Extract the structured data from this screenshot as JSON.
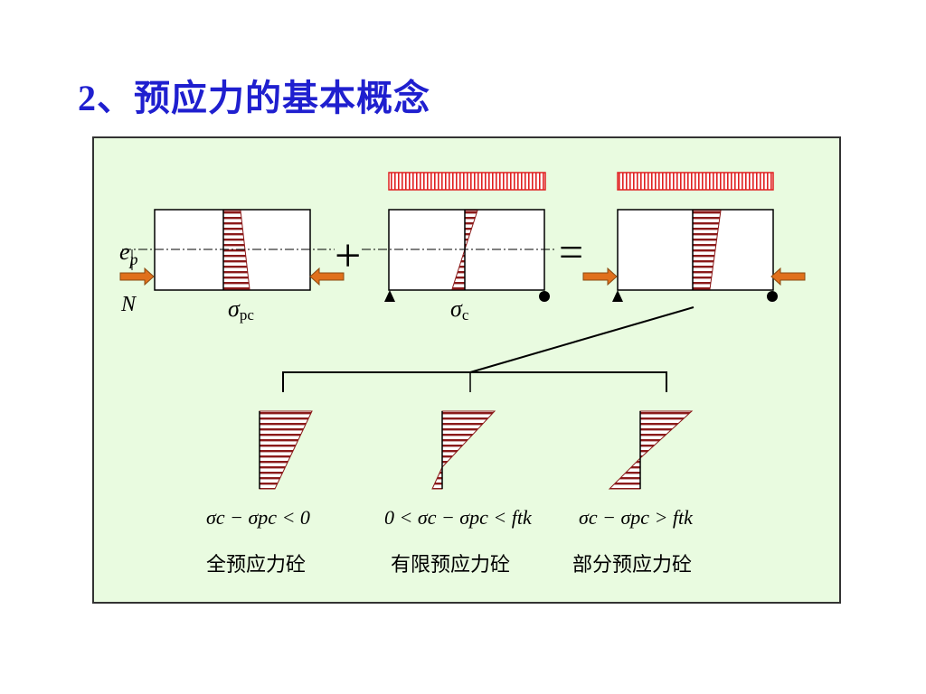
{
  "slide": {
    "title": "2、预应力的基本概念"
  },
  "diagram": {
    "labels": {
      "e_p": "e",
      "e_p_sub": "p",
      "N": "N",
      "sigma_pc": "σ",
      "sigma_pc_sub": "pc",
      "sigma_c": "σ",
      "sigma_c_sub": "c",
      "plus": "+",
      "equals": "="
    },
    "conditions": [
      {
        "formula": "σc − σpc < 0",
        "caption": "全预应力砼"
      },
      {
        "formula": "0 < σc − σpc < ftk",
        "caption": "有限预应力砼"
      },
      {
        "formula": "σc − σpc > ftk",
        "caption": "部分预应力砼"
      }
    ],
    "colors": {
      "hatch": "#8b1a1a",
      "arrow": "#e0701c",
      "load_block": "#e02020",
      "panel_bg": "#e9fbe0",
      "title": "#1f1fcf"
    }
  }
}
